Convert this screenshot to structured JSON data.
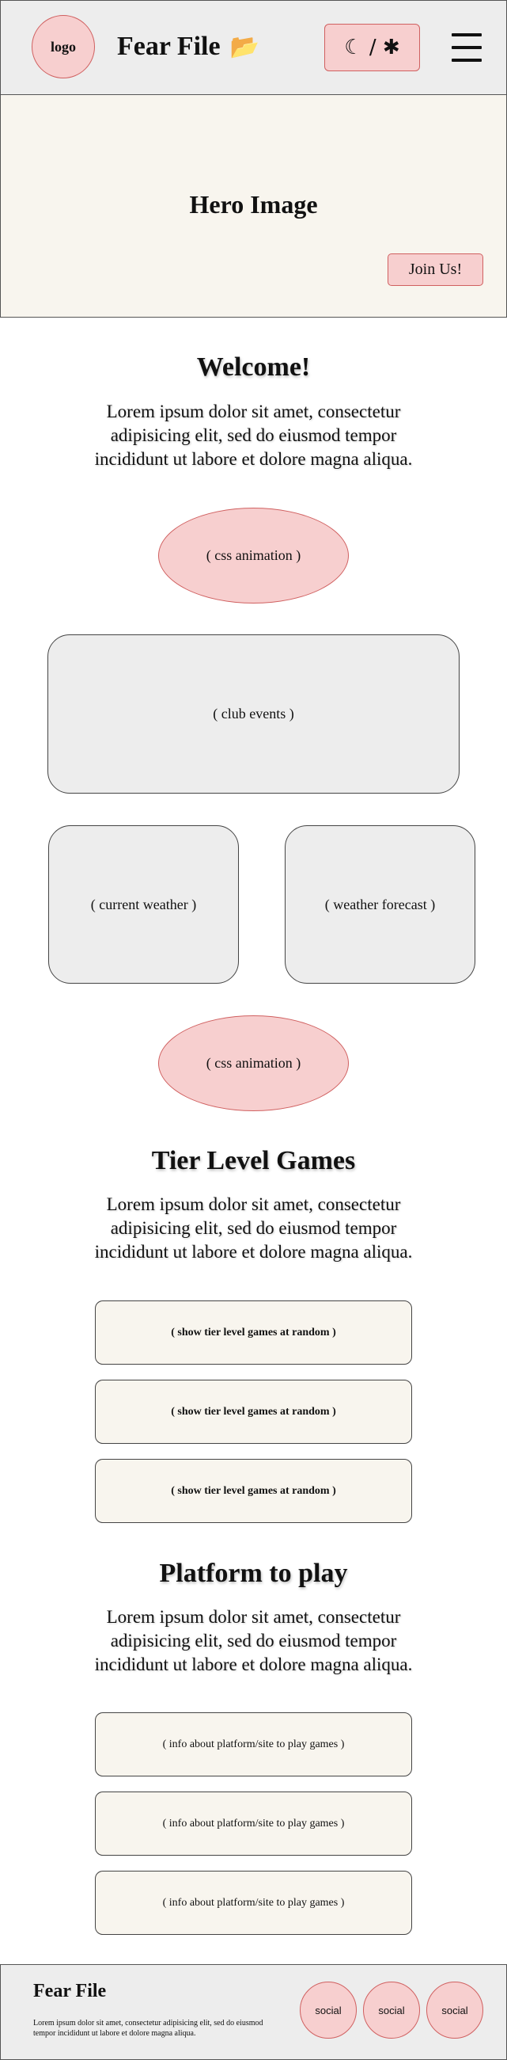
{
  "header": {
    "logo": "logo",
    "title": "Fear File",
    "title_icon": "📂",
    "theme_toggle": "☾ / ✱",
    "menu_icon": "hamburger-menu-icon"
  },
  "hero": {
    "title": "Hero Image",
    "join_button": "Join Us!"
  },
  "welcome": {
    "title": "Welcome!",
    "text": "Lorem ipsum dolor sit amet, consectetur adipisicing elit, sed do eiusmod tempor incididunt ut labore et dolore magna aliqua."
  },
  "animation_1": "( css animation )",
  "club_events": "( club events )",
  "current_weather": "( current weather )",
  "weather_forecast": "( weather forecast )",
  "animation_2": "( css animation )",
  "tier": {
    "title": "Tier Level Games",
    "text": "Lorem ipsum dolor sit amet, consectetur adipisicing elit, sed do eiusmod tempor incididunt ut labore et dolore magna aliqua.",
    "items": [
      "( show tier level games at random )",
      "( show tier level games at random )",
      "( show tier level games at random )"
    ]
  },
  "platform": {
    "title": "Platform to play",
    "text": "Lorem ipsum dolor sit amet, consectetur adipisicing elit, sed do eiusmod tempor incididunt ut labore et dolore magna aliqua.",
    "items": [
      "( info about platform/site to play games )",
      "( info about platform/site to play games )",
      "( info about platform/site to play games )"
    ]
  },
  "footer": {
    "title": "Fear File",
    "text": "Lorem ipsum dolor sit amet, consectetur adipisicing elit, sed do eiusmod tempor incididunt ut labore et dolore magna aliqua.",
    "social": [
      "social",
      "social",
      "social"
    ]
  },
  "colors": {
    "accent_pink": "#f7cfcf",
    "accent_border": "#d06060",
    "panel_gray": "#ededed",
    "cream": "#f8f5ee"
  }
}
